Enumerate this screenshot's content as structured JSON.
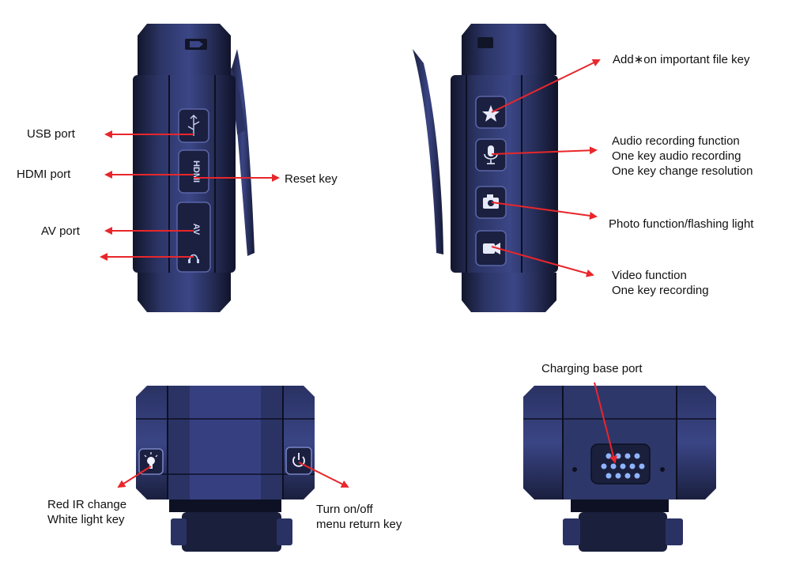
{
  "colors": {
    "arrow": "#e8262b",
    "body_dark": "#161a33",
    "body_mid": "#2a3263",
    "body_light": "#4a5599",
    "button_face": "#1f2545",
    "connector_pins": "#8fb4ff"
  },
  "icons": {
    "usb": "usb-icon",
    "hdmi": "hdmi-label",
    "av": "av-label",
    "headphone": "headphone-icon",
    "star": "star-icon",
    "mic": "microphone-icon",
    "camera": "camera-icon",
    "video": "video-camera-icon",
    "light": "light-bulb-icon",
    "power": "power-icon"
  },
  "device_text": {
    "hdmi": "HDMI",
    "av": "AV"
  },
  "labels": {
    "usb_port": "USB port",
    "hdmi_port": "HDMI port",
    "reset_key": "Reset key",
    "av_port": "AV port",
    "important_file_key": "Add∗on important file key",
    "audio_function": [
      "Audio recording function",
      "One key audio recording",
      "One key change resolution"
    ],
    "photo_function": "Photo function/flashing light",
    "video_function": [
      "Video function",
      "One key recording"
    ],
    "charging_base_port": "Charging base port",
    "red_ir_change": [
      "Red IR change",
      "White light key"
    ],
    "power_key": [
      "Turn on/off",
      "menu return key"
    ]
  }
}
